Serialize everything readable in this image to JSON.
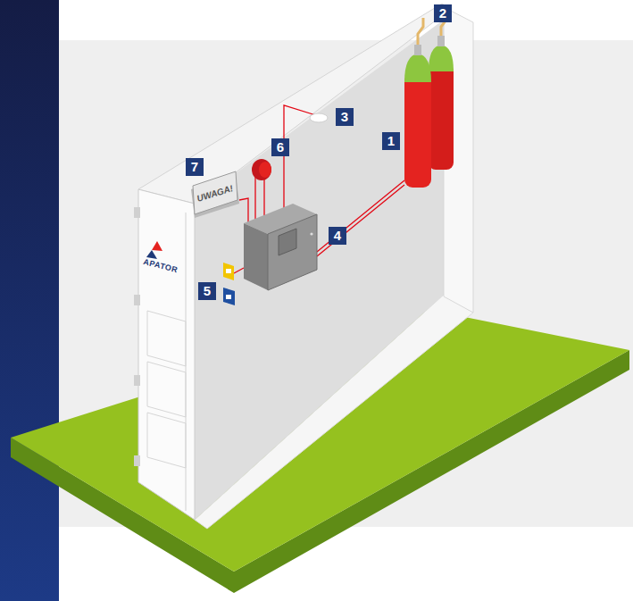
{
  "diagram": {
    "nodes": [
      {
        "text": [
          "UWAGA!"
        ]
      }
    ],
    "labels": [
      "2",
      "1",
      "3",
      "6",
      "7",
      "4",
      "5",
      "APATOR"
    ]
  }
}
